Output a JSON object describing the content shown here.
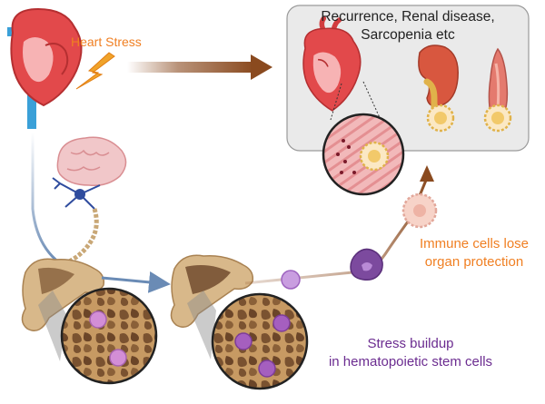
{
  "labels": {
    "heart_stress": "Heart Stress",
    "outcomes_line1": "Recurrence, Renal disease,",
    "outcomes_line2": "Sarcopenia etc",
    "immune_line1": "Immune cells lose",
    "immune_line2": "organ protection",
    "stress_line1": "Stress buildup",
    "stress_line2": "in hematopoietic stem cells"
  },
  "colors": {
    "orange_text": "#f07f22",
    "purple_text": "#6b2c90",
    "brown_arrow": "#8a4a1f",
    "blue_arrow": "#6a8bb5",
    "heart_red": "#e2494b",
    "bone_tan": "#c9a877",
    "marrow_brown": "#7a5230",
    "stem_cell_pink": "#d38ed6",
    "outcome_box": "#eaeaea"
  },
  "icons": [
    "heart-icon",
    "lightning-icon",
    "brain-icon",
    "neuron-icon",
    "bone-icon",
    "kidney-icon",
    "muscle-icon",
    "immune-cell-icon",
    "monocyte-icon"
  ]
}
